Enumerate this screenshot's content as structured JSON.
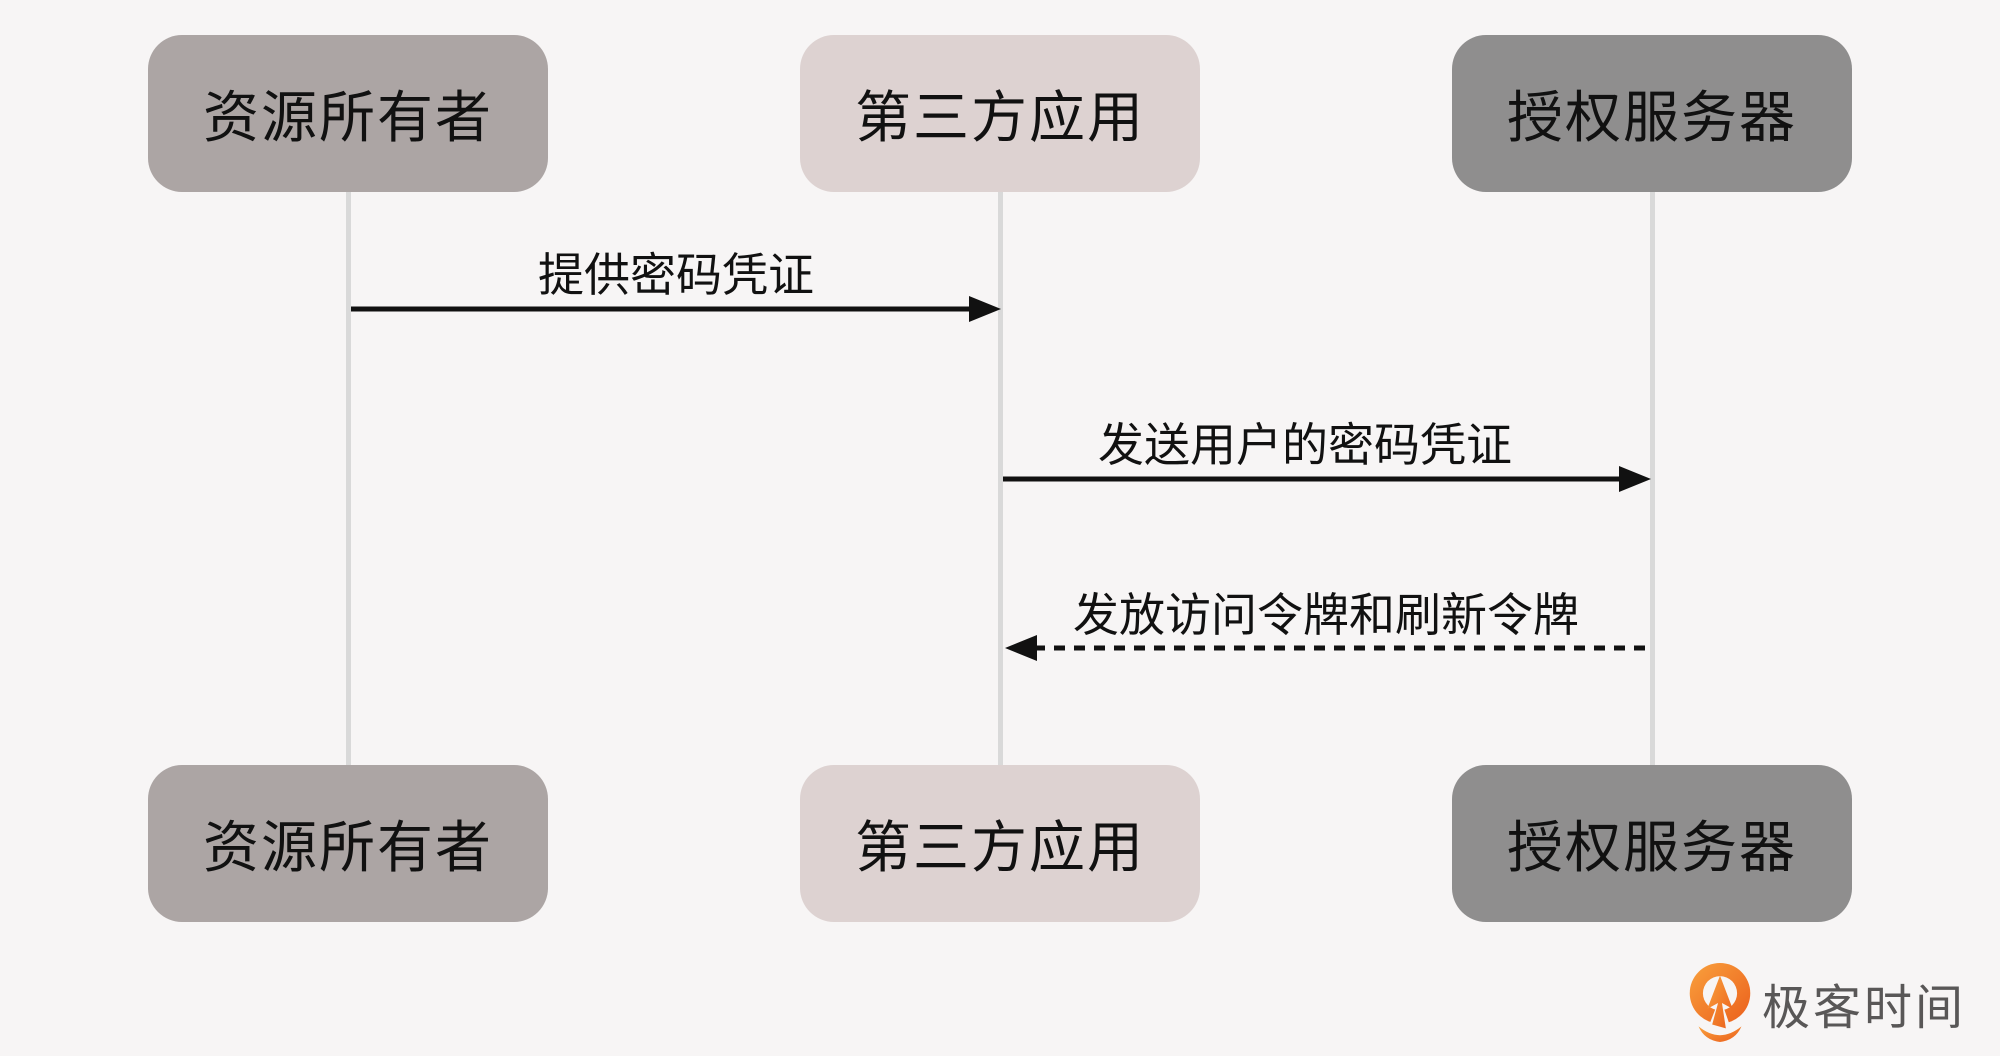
{
  "diagram": {
    "type": "sequence",
    "actors": [
      {
        "id": "resource-owner",
        "label": "资源所有者",
        "color": "#aca5a4"
      },
      {
        "id": "third-party-app",
        "label": "第三方应用",
        "color": "#ddd2d1"
      },
      {
        "id": "auth-server",
        "label": "授权服务器",
        "color": "#8f8e8e"
      }
    ],
    "messages": [
      {
        "from": "resource-owner",
        "to": "third-party-app",
        "label": "提供密码凭证",
        "style": "solid"
      },
      {
        "from": "third-party-app",
        "to": "auth-server",
        "label": "发送用户的密码凭证",
        "style": "solid"
      },
      {
        "from": "auth-server",
        "to": "third-party-app",
        "label": "发放访问令牌和刷新令牌",
        "style": "dashed"
      }
    ]
  },
  "branding": {
    "logo_text": "极客时间",
    "logo_text_color": "#595757",
    "icon_color": "#ed6c1e"
  },
  "colors": {
    "background": "#f7f5f5",
    "lifeline": "#d9d9d9",
    "arrow": "#111111"
  }
}
